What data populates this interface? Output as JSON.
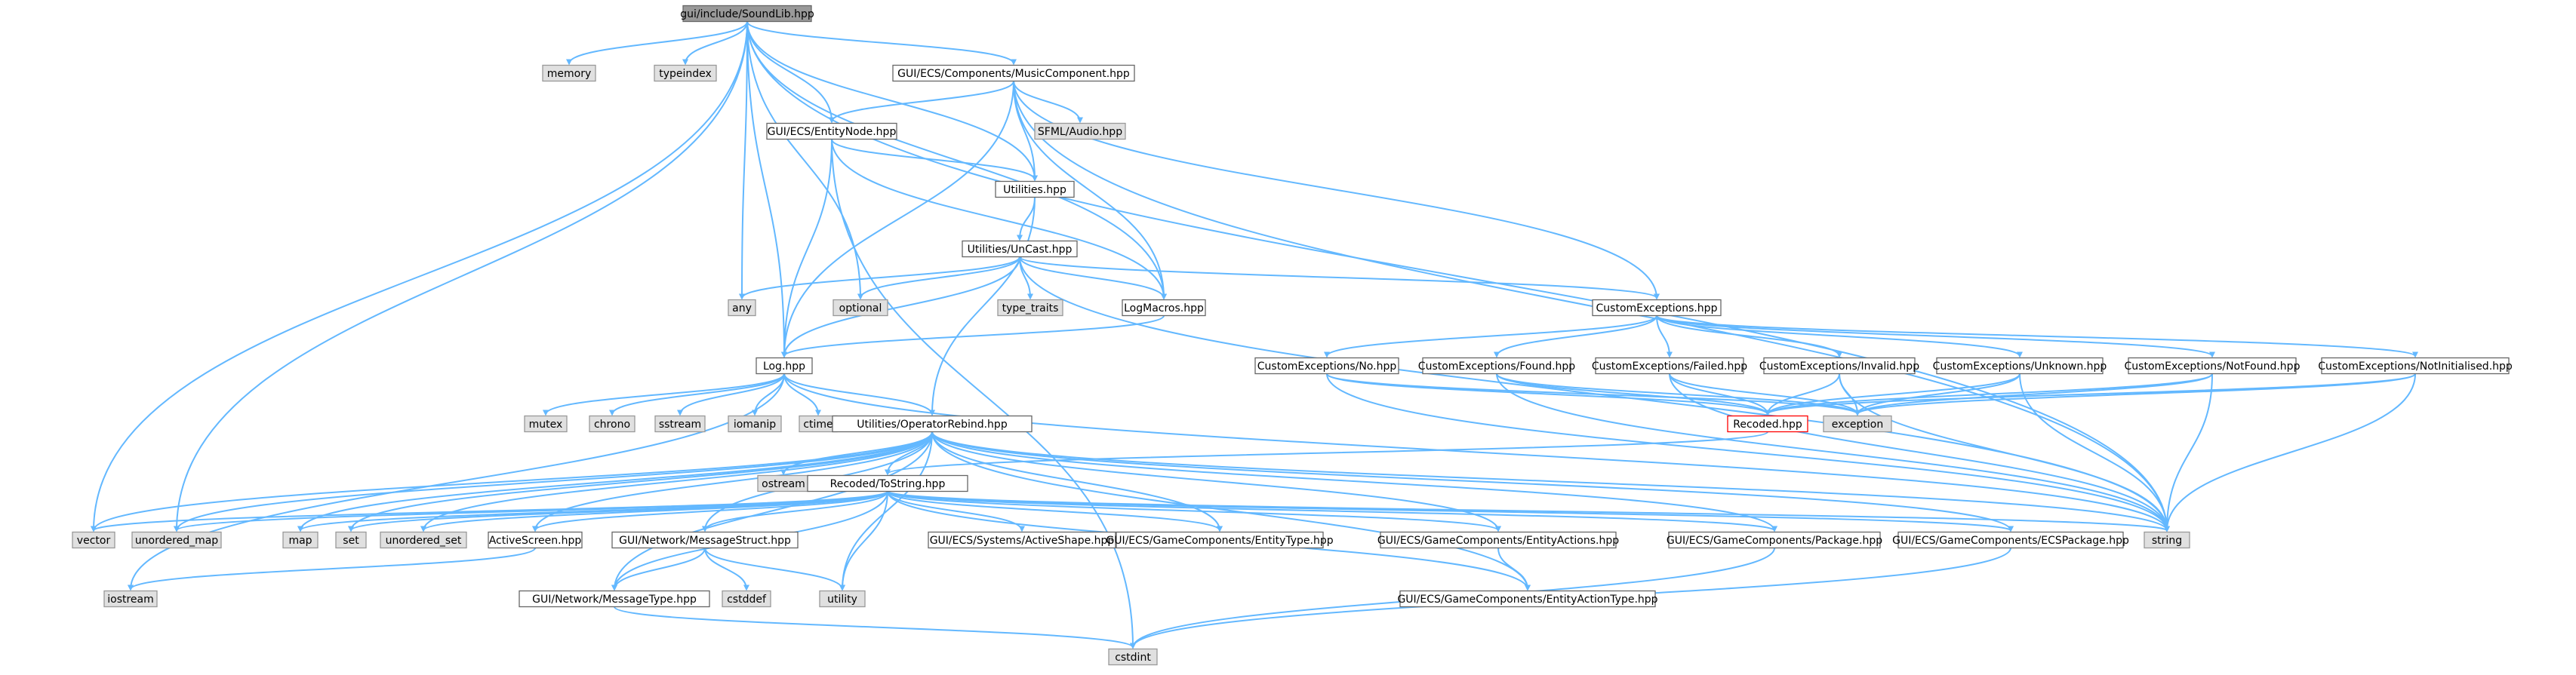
{
  "graph": {
    "colors": {
      "edge": "#63b8ff",
      "file_fill": "#ffffff",
      "file_stroke": "#666666",
      "std_fill": "#e0e0e0",
      "std_stroke": "#999999",
      "root_fill": "#999999",
      "root_stroke": "#666666",
      "missing_stroke": "#ff0000",
      "text": "#000000"
    },
    "nodes": [
      {
        "id": "root",
        "label": "gui/include/SoundLib.hpp",
        "kind": "root"
      },
      {
        "id": "memory",
        "label": "memory",
        "kind": "std"
      },
      {
        "id": "typeindex",
        "label": "typeindex",
        "kind": "std"
      },
      {
        "id": "music",
        "label": "GUI/ECS/Components/MusicComponent.hpp",
        "kind": "file"
      },
      {
        "id": "entitynode",
        "label": "GUI/ECS/EntityNode.hpp",
        "kind": "file"
      },
      {
        "id": "sfml",
        "label": "SFML/Audio.hpp",
        "kind": "std"
      },
      {
        "id": "utilities",
        "label": "Utilities.hpp",
        "kind": "file"
      },
      {
        "id": "uncast",
        "label": "Utilities/UnCast.hpp",
        "kind": "file"
      },
      {
        "id": "any",
        "label": "any",
        "kind": "std"
      },
      {
        "id": "optional",
        "label": "optional",
        "kind": "std"
      },
      {
        "id": "typetraits",
        "label": "type_traits",
        "kind": "std"
      },
      {
        "id": "logmacros",
        "label": "LogMacros.hpp",
        "kind": "file"
      },
      {
        "id": "customexc",
        "label": "CustomExceptions.hpp",
        "kind": "file"
      },
      {
        "id": "log",
        "label": "Log.hpp",
        "kind": "file"
      },
      {
        "id": "ce_no",
        "label": "CustomExceptions/No.hpp",
        "kind": "file"
      },
      {
        "id": "ce_found",
        "label": "CustomExceptions/Found.hpp",
        "kind": "file"
      },
      {
        "id": "ce_failed",
        "label": "CustomExceptions/Failed.hpp",
        "kind": "file"
      },
      {
        "id": "ce_invalid",
        "label": "CustomExceptions/Invalid.hpp",
        "kind": "file"
      },
      {
        "id": "ce_unknown",
        "label": "CustomExceptions/Unknown.hpp",
        "kind": "file"
      },
      {
        "id": "ce_notfound",
        "label": "CustomExceptions/NotFound.hpp",
        "kind": "file"
      },
      {
        "id": "ce_notinit",
        "label": "CustomExceptions/NotInitialised.hpp",
        "kind": "file"
      },
      {
        "id": "mutex",
        "label": "mutex",
        "kind": "std"
      },
      {
        "id": "chrono",
        "label": "chrono",
        "kind": "std"
      },
      {
        "id": "sstream",
        "label": "sstream",
        "kind": "std"
      },
      {
        "id": "iomanip",
        "label": "iomanip",
        "kind": "std"
      },
      {
        "id": "ctime",
        "label": "ctime",
        "kind": "std"
      },
      {
        "id": "oprebind",
        "label": "Utilities/OperatorRebind.hpp",
        "kind": "file"
      },
      {
        "id": "recoded",
        "label": "Recoded.hpp",
        "kind": "missing"
      },
      {
        "id": "exception",
        "label": "exception",
        "kind": "std"
      },
      {
        "id": "ostream",
        "label": "ostream",
        "kind": "std"
      },
      {
        "id": "tostring",
        "label": "Recoded/ToString.hpp",
        "kind": "file"
      },
      {
        "id": "vector",
        "label": "vector",
        "kind": "std"
      },
      {
        "id": "unordered_map",
        "label": "unordered_map",
        "kind": "std"
      },
      {
        "id": "map",
        "label": "map",
        "kind": "std"
      },
      {
        "id": "set",
        "label": "set",
        "kind": "std"
      },
      {
        "id": "unordered_set",
        "label": "unordered_set",
        "kind": "std"
      },
      {
        "id": "activescreen",
        "label": "ActiveScreen.hpp",
        "kind": "file"
      },
      {
        "id": "msgstruct",
        "label": "GUI/Network/MessageStruct.hpp",
        "kind": "file"
      },
      {
        "id": "activeshape",
        "label": "GUI/ECS/Systems/ActiveShape.hpp",
        "kind": "file"
      },
      {
        "id": "entitytype",
        "label": "GUI/ECS/GameComponents/EntityType.hpp",
        "kind": "file"
      },
      {
        "id": "entityactions",
        "label": "GUI/ECS/GameComponents/EntityActions.hpp",
        "kind": "file"
      },
      {
        "id": "package",
        "label": "GUI/ECS/GameComponents/Package.hpp",
        "kind": "file"
      },
      {
        "id": "ecspackage",
        "label": "GUI/ECS/GameComponents/ECSPackage.hpp",
        "kind": "file"
      },
      {
        "id": "string",
        "label": "string",
        "kind": "std"
      },
      {
        "id": "iostream",
        "label": "iostream",
        "kind": "std"
      },
      {
        "id": "cstddef",
        "label": "cstddef",
        "kind": "std"
      },
      {
        "id": "utility",
        "label": "utility",
        "kind": "std"
      },
      {
        "id": "msgtype",
        "label": "GUI/Network/MessageType.hpp",
        "kind": "file"
      },
      {
        "id": "entityactiontype",
        "label": "GUI/ECS/GameComponents/EntityActionType.hpp",
        "kind": "file"
      },
      {
        "id": "cstdint",
        "label": "cstdint",
        "kind": "std"
      }
    ],
    "edges": [
      [
        "root",
        "memory"
      ],
      [
        "root",
        "typeindex"
      ],
      [
        "root",
        "music"
      ],
      [
        "root",
        "entitynode"
      ],
      [
        "root",
        "utilities"
      ],
      [
        "root",
        "any"
      ],
      [
        "root",
        "optional"
      ],
      [
        "root",
        "log"
      ],
      [
        "root",
        "logmacros"
      ],
      [
        "root",
        "string"
      ],
      [
        "root",
        "vector"
      ],
      [
        "root",
        "unordered_map"
      ],
      [
        "music",
        "entitynode"
      ],
      [
        "music",
        "sfml"
      ],
      [
        "music",
        "utilities"
      ],
      [
        "music",
        "logmacros"
      ],
      [
        "music",
        "customexc"
      ],
      [
        "music",
        "log"
      ],
      [
        "music",
        "string"
      ],
      [
        "entitynode",
        "utilities"
      ],
      [
        "entitynode",
        "log"
      ],
      [
        "entitynode",
        "logmacros"
      ],
      [
        "entitynode",
        "cstdint"
      ],
      [
        "utilities",
        "uncast"
      ],
      [
        "utilities",
        "oprebind"
      ],
      [
        "uncast",
        "any"
      ],
      [
        "uncast",
        "optional"
      ],
      [
        "uncast",
        "typetraits"
      ],
      [
        "uncast",
        "logmacros"
      ],
      [
        "uncast",
        "customexc"
      ],
      [
        "uncast",
        "log"
      ],
      [
        "uncast",
        "string"
      ],
      [
        "logmacros",
        "log"
      ],
      [
        "customexc",
        "ce_no"
      ],
      [
        "customexc",
        "ce_found"
      ],
      [
        "customexc",
        "ce_failed"
      ],
      [
        "customexc",
        "ce_invalid"
      ],
      [
        "customexc",
        "ce_unknown"
      ],
      [
        "customexc",
        "ce_notfound"
      ],
      [
        "customexc",
        "ce_notinit"
      ],
      [
        "ce_no",
        "recoded"
      ],
      [
        "ce_no",
        "exception"
      ],
      [
        "ce_no",
        "string"
      ],
      [
        "ce_found",
        "recoded"
      ],
      [
        "ce_found",
        "exception"
      ],
      [
        "ce_found",
        "string"
      ],
      [
        "ce_failed",
        "recoded"
      ],
      [
        "ce_failed",
        "exception"
      ],
      [
        "ce_failed",
        "string"
      ],
      [
        "ce_invalid",
        "recoded"
      ],
      [
        "ce_invalid",
        "exception"
      ],
      [
        "ce_invalid",
        "string"
      ],
      [
        "ce_unknown",
        "recoded"
      ],
      [
        "ce_unknown",
        "exception"
      ],
      [
        "ce_unknown",
        "string"
      ],
      [
        "ce_notfound",
        "recoded"
      ],
      [
        "ce_notfound",
        "exception"
      ],
      [
        "ce_notfound",
        "string"
      ],
      [
        "ce_notinit",
        "recoded"
      ],
      [
        "ce_notinit",
        "exception"
      ],
      [
        "ce_notinit",
        "string"
      ],
      [
        "log",
        "mutex"
      ],
      [
        "log",
        "chrono"
      ],
      [
        "log",
        "sstream"
      ],
      [
        "log",
        "iomanip"
      ],
      [
        "log",
        "ctime"
      ],
      [
        "log",
        "oprebind"
      ],
      [
        "log",
        "string"
      ],
      [
        "log",
        "iostream"
      ],
      [
        "recoded",
        "tostring"
      ],
      [
        "oprebind",
        "ostream"
      ],
      [
        "oprebind",
        "tostring"
      ],
      [
        "oprebind",
        "vector"
      ],
      [
        "oprebind",
        "unordered_map"
      ],
      [
        "oprebind",
        "map"
      ],
      [
        "oprebind",
        "set"
      ],
      [
        "oprebind",
        "unordered_set"
      ],
      [
        "oprebind",
        "activescreen"
      ],
      [
        "oprebind",
        "msgstruct"
      ],
      [
        "oprebind",
        "entitytype"
      ],
      [
        "oprebind",
        "entityactions"
      ],
      [
        "oprebind",
        "package"
      ],
      [
        "oprebind",
        "ecspackage"
      ],
      [
        "oprebind",
        "string"
      ],
      [
        "oprebind",
        "utility"
      ],
      [
        "oprebind",
        "msgtype"
      ],
      [
        "oprebind",
        "entityactiontype"
      ],
      [
        "tostring",
        "vector"
      ],
      [
        "tostring",
        "unordered_map"
      ],
      [
        "tostring",
        "map"
      ],
      [
        "tostring",
        "set"
      ],
      [
        "tostring",
        "unordered_set"
      ],
      [
        "tostring",
        "activescreen"
      ],
      [
        "tostring",
        "msgstruct"
      ],
      [
        "tostring",
        "activeshape"
      ],
      [
        "tostring",
        "entitytype"
      ],
      [
        "tostring",
        "entityactions"
      ],
      [
        "tostring",
        "package"
      ],
      [
        "tostring",
        "ecspackage"
      ],
      [
        "tostring",
        "string"
      ],
      [
        "tostring",
        "utility"
      ],
      [
        "tostring",
        "msgtype"
      ],
      [
        "tostring",
        "entityactiontype"
      ],
      [
        "activescreen",
        "iostream"
      ],
      [
        "msgstruct",
        "cstddef"
      ],
      [
        "msgstruct",
        "utility"
      ],
      [
        "msgstruct",
        "msgtype"
      ],
      [
        "msgtype",
        "cstdint"
      ],
      [
        "entityactions",
        "entityactiontype"
      ],
      [
        "package",
        "cstdint"
      ],
      [
        "ecspackage",
        "cstdint"
      ]
    ]
  }
}
